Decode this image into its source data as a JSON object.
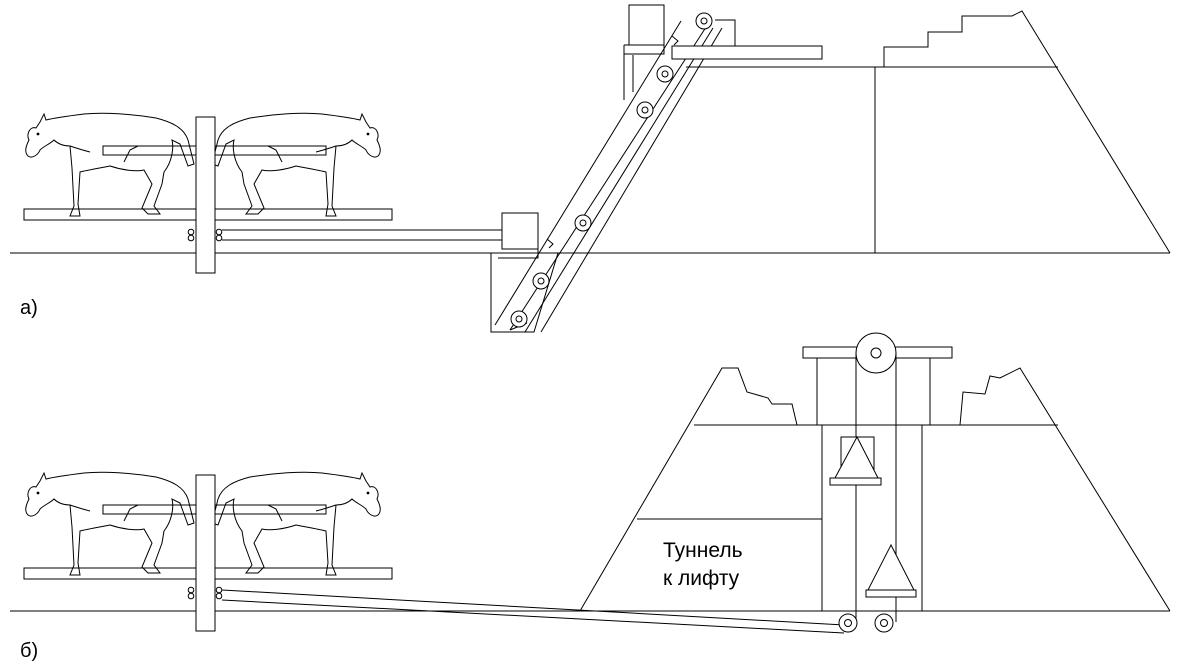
{
  "panels": [
    {
      "label": "а)"
    },
    {
      "label": "б)",
      "tunnel_label": [
        "Туннель",
        "к лифту"
      ]
    }
  ]
}
